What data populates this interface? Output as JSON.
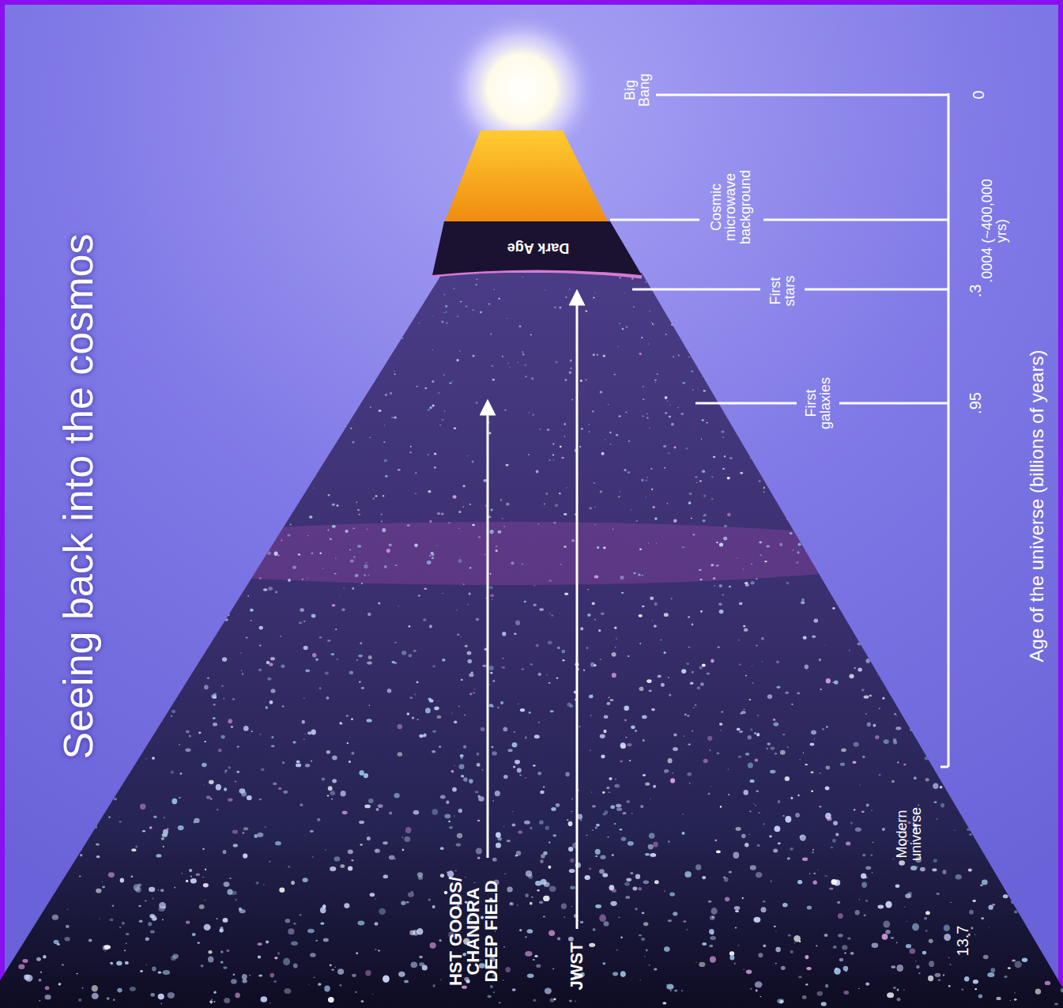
{
  "diagram": {
    "title": "Seeing back into the cosmos",
    "nodes": [
      {
        "text": [
          "Dark Age"
        ]
      }
    ],
    "labels": [
      "Big Bang",
      "0",
      "Cosmic microwave background",
      ".0004 (~400,000 yrs)",
      "First stars",
      ".3",
      "First galaxies",
      ".95",
      "HST GOODS/ CHANDRA DEEP FIELD",
      "JWST",
      "Modern universe",
      "13.7",
      "Age of the universe (billions of years)"
    ]
  }
}
